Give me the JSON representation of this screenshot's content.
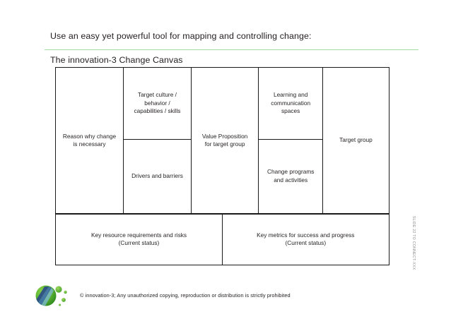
{
  "slide": {
    "title_line_1": "Use an easy yet powerful tool for mapping and controlling change:",
    "title_line_2": "The innovation-3 Change Canvas",
    "accent_color": "#a8dba8",
    "border_color": "#1a1a1a",
    "text_color": "#231f20",
    "side_watermark": "SLIDE 22 TO CONNECT-XXX"
  },
  "canvas": {
    "cells": [
      {
        "id": "reason",
        "label": "Reason why change\nis necessary"
      },
      {
        "id": "culture",
        "label": "Target culture /\nbehavior /\ncapabilities / skills"
      },
      {
        "id": "drivers",
        "label": "Drivers and barriers"
      },
      {
        "id": "value",
        "label": "Value Proposition\nfor target group"
      },
      {
        "id": "learning",
        "label": "Learning and\ncommunication\nspaces"
      },
      {
        "id": "programs",
        "label": "Change programs\nand activities"
      },
      {
        "id": "target",
        "label": "Target group"
      },
      {
        "id": "resource",
        "label": "Key resource requirements and risks\n(Current status)"
      },
      {
        "id": "metrics",
        "label": "Key metrics for success and progress\n(Current status)"
      }
    ]
  },
  "footer": {
    "copyright": "© innovation-3; Any unauthorized copying, reproduction or distribution is strictly prohibited",
    "logo_name": "innovation-3-logo"
  }
}
